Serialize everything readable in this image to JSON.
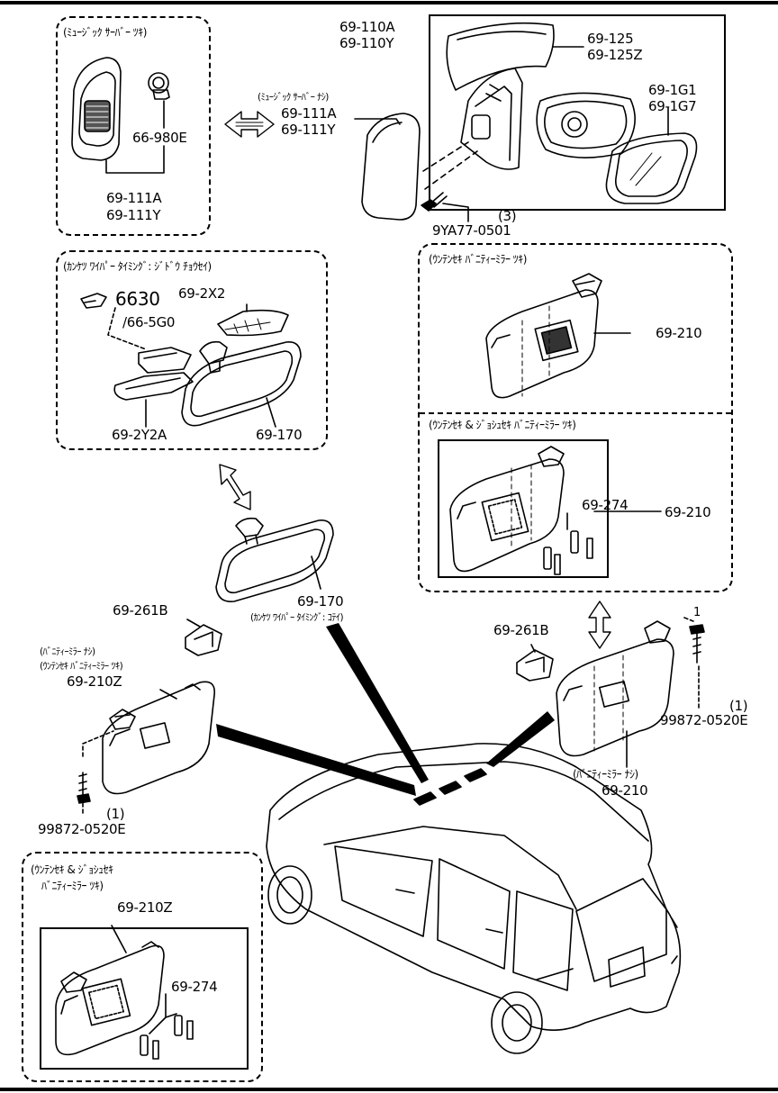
{
  "labels": {
    "music_title": "(ﾐｭｰｼﾞｯｸ ｻｰﾊﾞｰ ﾂｷ)",
    "p66980E": "66-980E",
    "p69111A_a": "69-111A",
    "p69111Y_a": "69-111Y",
    "music_nashi": "(ﾐｭｰｼﾞｯｸ ｻｰﾊﾞｰ ﾅｼ)",
    "p69111A_b": "69-111A",
    "p69111Y_b": "69-111Y",
    "p69110A": "69-110A",
    "p69110Y": "69-110Y",
    "p69125": "69-125",
    "p69125Z": "69-125Z",
    "p691G1": "69-1G1",
    "p691G7": "69-1G7",
    "p9YA77": "9YA77-0501",
    "qty3": "(3)",
    "wiper_title": "(ｶﾝｹﾂ ﾜｲﾊﾟｰ ﾀｲﾐﾝｸﾞ: ｼﾞﾄﾞｳ ﾁｮｳｾｲ)",
    "p6630": "6630",
    "p665G0": "/66-5G0",
    "p692X2": "69-2X2",
    "p692Y2A": "69-2Y2A",
    "p69170_a": "69-170",
    "p69170_b": "69-170",
    "wiper_kotei": "(ｶﾝｹﾂ ﾜｲﾊﾟｰ ﾀｲﾐﾝｸﾞ: ｺﾃｲ)",
    "driver_title": "(ｳﾝﾃﾝｾｷ ﾊﾞﾆﾃｨｰﾐﾗｰ ﾂｷ)",
    "p69210_a": "69-210",
    "both_title": "(ｳﾝﾃﾝｾｷ & ｼﾞｮｼｭｾｷ ﾊﾞﾆﾃｨｰﾐﾗｰ ﾂｷ)",
    "p69274_a": "69-274",
    "p69210_b": "69-210",
    "p69261B_l": "69-261B",
    "vanity_nashi_l": "(ﾊﾞﾆﾃｨｰﾐﾗｰ ﾅｼ)",
    "driver_vanity_l": "(ｳﾝﾃﾝｾｷ ﾊﾞﾆﾃｨｰﾐﾗｰ ﾂｷ)",
    "p69210Z_a": "69-210Z",
    "qty1_l": "(1)",
    "p99872_l": "99872-0520E",
    "p69261B_r": "69-261B",
    "qty1_r": "(1)",
    "p99872_r": "99872-0520E",
    "vanity_nashi_r": "(ﾊﾞﾆﾃｨｰﾐﾗｰ ﾅｼ)",
    "p69210_c": "69-210",
    "both2_title_1": "(ｳﾝﾃﾝｾｷ & ｼﾞｮｼｭｾｷ",
    "both2_title_2": "ﾊﾞﾆﾃｨｰﾐﾗｰ ﾂｷ)",
    "p69210Z_b": "69-210Z",
    "p69274_b": "69-274",
    "item_mark": "1"
  }
}
